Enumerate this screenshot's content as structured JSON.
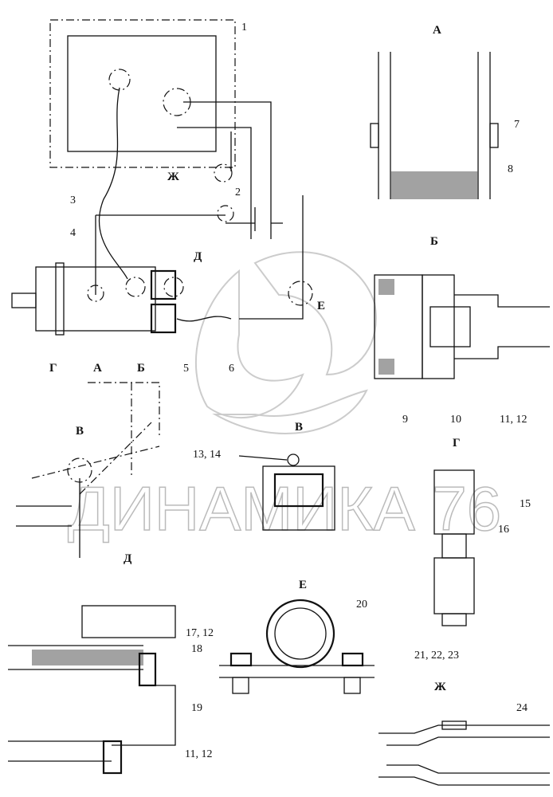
{
  "labels": {
    "callout_1": "1",
    "callout_2": "2",
    "callout_3": "3",
    "callout_4": "4",
    "callout_5": "5",
    "callout_6": "6",
    "callout_7": "7",
    "callout_8": "8",
    "callout_9": "9",
    "callout_10": "10",
    "callout_11_12_b": "11, 12",
    "callout_13_14": "13, 14",
    "callout_15": "15",
    "callout_16": "16",
    "callout_17_12": "17, 12",
    "callout_18": "18",
    "callout_19": "19",
    "callout_20": "20",
    "callout_21_22_23": "21, 22, 23",
    "callout_24": "24",
    "callout_11_12_d": "11, 12",
    "marker_zh": "Ж",
    "marker_d": "Д",
    "marker_e": "Е",
    "marker_g": "Г",
    "marker_a": "А",
    "marker_b": "Б",
    "marker_v": "В"
  },
  "views": {
    "a": "А",
    "b": "Б",
    "v_left": "В",
    "v": "В",
    "g": "Г",
    "d": "Д",
    "e": "Е",
    "zh": "Ж"
  },
  "watermark": "ДИНАМИКА 76"
}
